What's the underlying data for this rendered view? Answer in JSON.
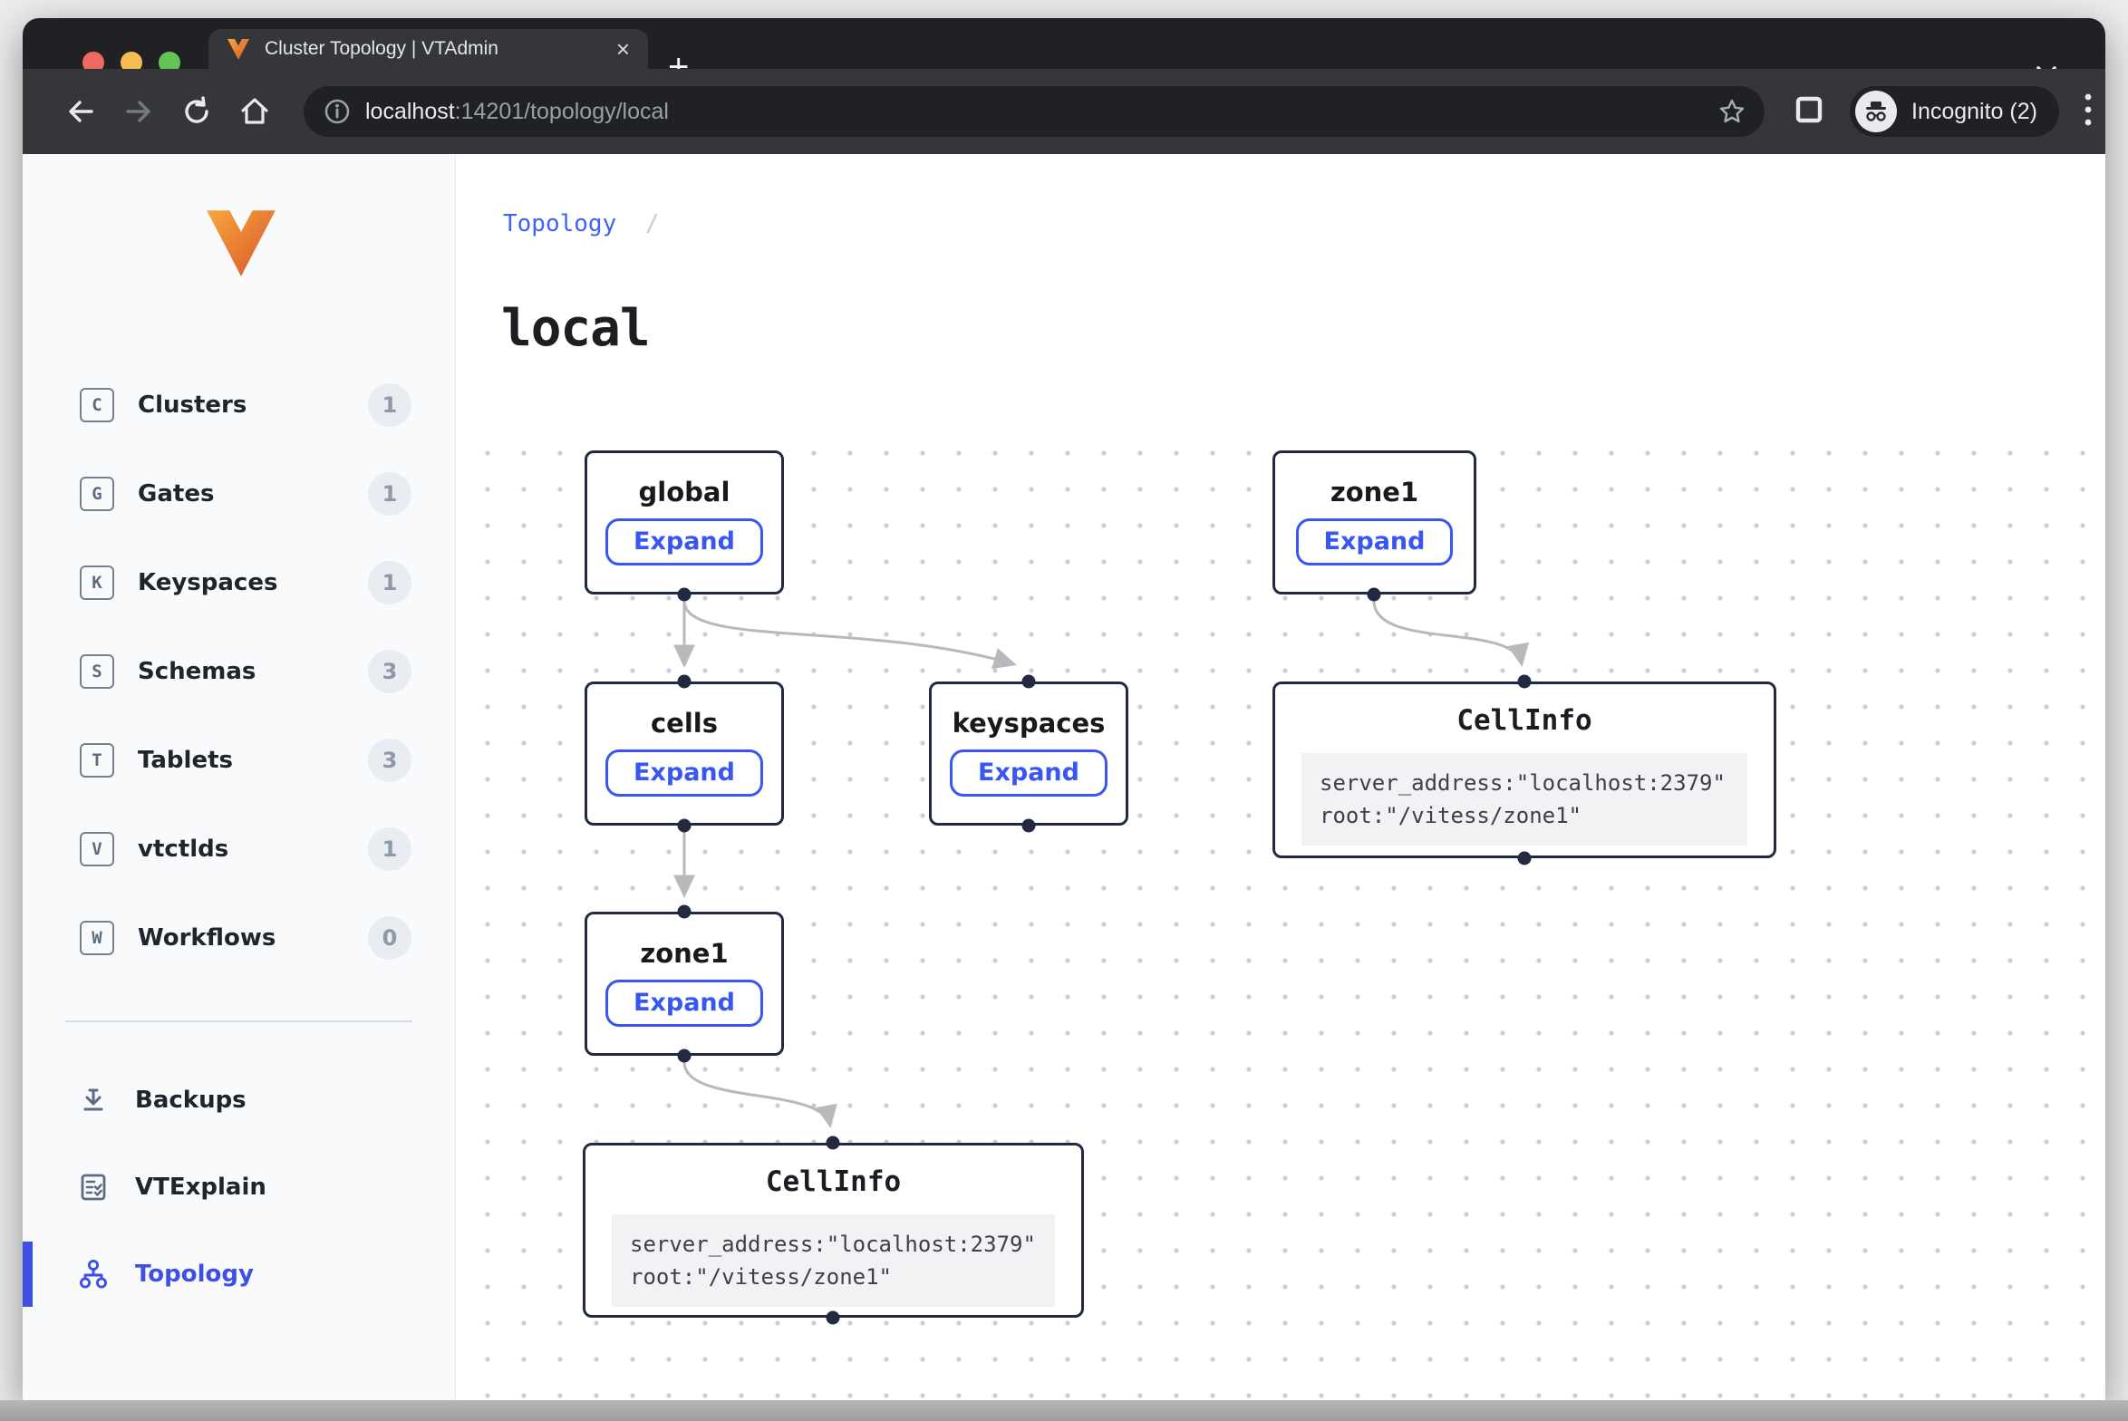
{
  "browser": {
    "tab_title": "Cluster Topology | VTAdmin",
    "url_host": "localhost",
    "url_rest": ":14201/topology/local",
    "incognito_label": "Incognito (2)",
    "new_tab_glyph": "+",
    "tab_close_glyph": "×"
  },
  "icons": {
    "back": "arrow-left",
    "forward": "arrow-right",
    "reload": "circular-arrow",
    "home": "house",
    "page_info": "circle-i",
    "bookmark": "star-outline",
    "side_panel": "square-outline",
    "incognito": "hat-and-glasses",
    "menu": "kebab-dots",
    "tabs_list": "chevron-down",
    "backups": "download-to-line",
    "vtexplain": "document-checklist",
    "topology": "hierarchy-nodes"
  },
  "colors": {
    "accent_blue": "#3857f2",
    "nav_active_blue": "#3e4fe6",
    "breadcrumb_blue": "#3f63f2",
    "node_border": "#232940",
    "edge_gray": "#b8b9bc",
    "sidebar_bg": "#f9fafc",
    "traffic_red": "#ee6a5e",
    "traffic_yellow": "#f5bd4f",
    "traffic_green": "#61c454",
    "logo_orange_light": "#f6a83c",
    "logo_orange_dark": "#d9542b"
  },
  "sidebar": {
    "items": [
      {
        "letter": "C",
        "label": "Clusters",
        "count": "1"
      },
      {
        "letter": "G",
        "label": "Gates",
        "count": "1"
      },
      {
        "letter": "K",
        "label": "Keyspaces",
        "count": "1"
      },
      {
        "letter": "S",
        "label": "Schemas",
        "count": "3"
      },
      {
        "letter": "T",
        "label": "Tablets",
        "count": "3"
      },
      {
        "letter": "V",
        "label": "vtctlds",
        "count": "1"
      },
      {
        "letter": "W",
        "label": "Workflows",
        "count": "0"
      }
    ],
    "secondary": [
      {
        "label": "Backups"
      },
      {
        "label": "VTExplain"
      },
      {
        "label": "Topology",
        "active": true
      }
    ]
  },
  "main": {
    "breadcrumb": {
      "link": "Topology",
      "separator": "/"
    },
    "title": "local"
  },
  "graph": {
    "nodes": [
      {
        "id": "global",
        "label": "global",
        "button": "Expand"
      },
      {
        "id": "zone1-top",
        "label": "zone1",
        "button": "Expand"
      },
      {
        "id": "cells",
        "label": "cells",
        "button": "Expand"
      },
      {
        "id": "keyspaces",
        "label": "keyspaces",
        "button": "Expand"
      },
      {
        "id": "zone1-left",
        "label": "zone1",
        "button": "Expand"
      },
      {
        "id": "cellinfo-right",
        "label": "CellInfo",
        "lines": [
          "server_address:\"localhost:2379\"",
          "root:\"/vitess/zone1\""
        ]
      },
      {
        "id": "cellinfo-bottom",
        "label": "CellInfo",
        "lines": [
          "server_address:\"localhost:2379\"",
          "root:\"/vitess/zone1\""
        ]
      }
    ],
    "edges": [
      [
        "global",
        "cells"
      ],
      [
        "global",
        "keyspaces"
      ],
      [
        "cells",
        "zone1-left"
      ],
      [
        "zone1-left",
        "cellinfo-bottom"
      ],
      [
        "zone1-top",
        "cellinfo-right"
      ]
    ]
  }
}
